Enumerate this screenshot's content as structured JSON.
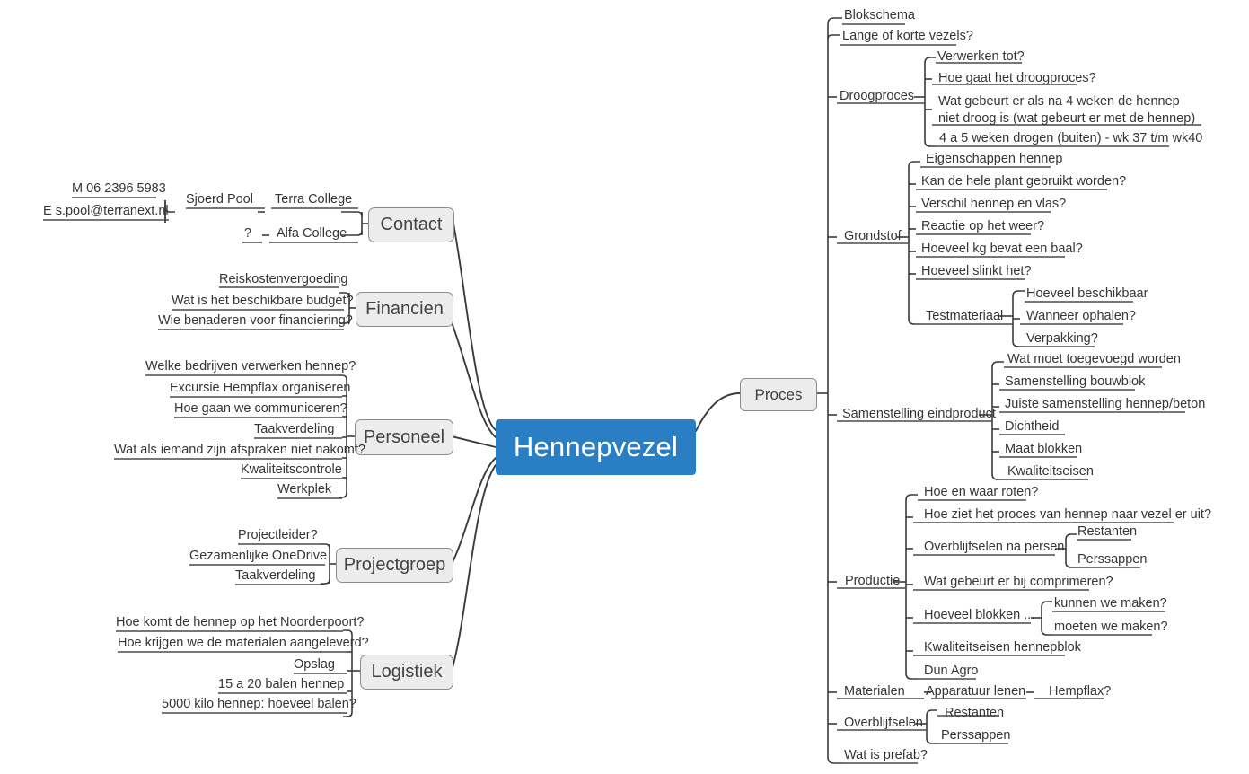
{
  "document": {
    "type": "mind-map",
    "title": "Hennepvezel",
    "background": "#ffffff",
    "root_color": "#2a7fc4",
    "branch_color": "#ececec",
    "branch_border": "#8c8c8c",
    "text_color": "#353535"
  },
  "root": {
    "label": "Hennepvezel"
  },
  "branches": {
    "contact": {
      "label": "Contact"
    },
    "financien": {
      "label": "Financien"
    },
    "personeel": {
      "label": "Personeel"
    },
    "projectgroep": {
      "label": "Projectgroep"
    },
    "logistiek": {
      "label": "Logistiek"
    },
    "proces": {
      "label": "Proces"
    }
  },
  "contact_items": {
    "terra_college": "Terra College",
    "sjoerd_pool": "Sjoerd Pool",
    "mobile": "M 06 2396 5983",
    "email": "E s.pool@terranext.nl",
    "alfa_college": "Alfa College",
    "unknown": "?"
  },
  "financien_items": [
    "Reiskostenvergoeding",
    "Wat is het beschikbare budget?",
    "Wie benaderen voor financiering?"
  ],
  "personeel_items": [
    "Welke bedrijven verwerken hennep?",
    "Excursie Hempflax organiseren",
    "Hoe gaan we communiceren?",
    "Taakverdeling",
    "Wat als iemand zijn afspraken niet nakomt?",
    "Kwaliteitscontrole",
    "Werkplek"
  ],
  "projectgroep_items": [
    "Projectleider?",
    "Gezamenlijke OneDrive",
    "Taakverdeling"
  ],
  "logistiek_items": [
    "Hoe komt de hennep op het Noorderpoort?",
    "Hoe krijgen we de materialen aangeleverd?",
    "Opslag",
    "15 a 20 balen hennep",
    "5000 kilo hennep: hoeveel balen?"
  ],
  "proces_items": {
    "blokschema": "Blokschema",
    "lange_of_korte_vezels": "Lange of korte vezels?",
    "droogproces": "Droogproces",
    "droogproces_children": [
      "Verwerken tot?",
      "Hoe gaat het droogproces?",
      "Wat gebeurt er als na 4 weken de hennep niet droog is (wat gebeurt er met de hennep)",
      "4 a 5 weken drogen (buiten) - wk 37 t/m wk40"
    ],
    "grondstof": "Grondstof",
    "grondstof_children": [
      "Eigenschappen hennep",
      "Kan de hele plant gebruikt worden?",
      "Verschil hennep en vlas?",
      "Reactie op het weer?",
      "Hoeveel kg bevat een baal?",
      "Hoeveel slinkt het?",
      "Testmateriaal"
    ],
    "testmateriaal_children": [
      "Hoeveel beschikbaar",
      "Wanneer ophalen?",
      "Verpakking?"
    ],
    "samenstelling_eindproduct": "Samenstelling eindproduct",
    "samenstelling_children": [
      "Wat moet toegevoegd worden",
      "Samenstelling bouwblok",
      "Juiste samenstelling hennep/beton",
      "Dichtheid",
      "Maat blokken",
      "Kwaliteitseisen"
    ],
    "productie": "Productie",
    "productie_children": [
      "Hoe en waar roten?",
      "Hoe ziet het proces van hennep naar vezel er uit?",
      "Overblijfselen na persen",
      "Wat gebeurt er bij comprimeren?",
      "Hoeveel blokken  ...",
      "Kwaliteitseisen hennepblok",
      "Dun Agro"
    ],
    "overblijfselen_na_persen_children": [
      "Restanten",
      "Perssappen"
    ],
    "hoeveel_blokken_children": [
      "kunnen we maken?",
      "moeten we maken?"
    ],
    "materialen": "Materialen",
    "apparatuur_lenen": "Apparatuur lenen",
    "hempflax": "Hempflax?",
    "overblijfselen": "Overblijfselen",
    "overblijfselen_children": [
      "Restanten",
      "Perssappen"
    ],
    "wat_is_prefab": "Wat is prefab?"
  }
}
